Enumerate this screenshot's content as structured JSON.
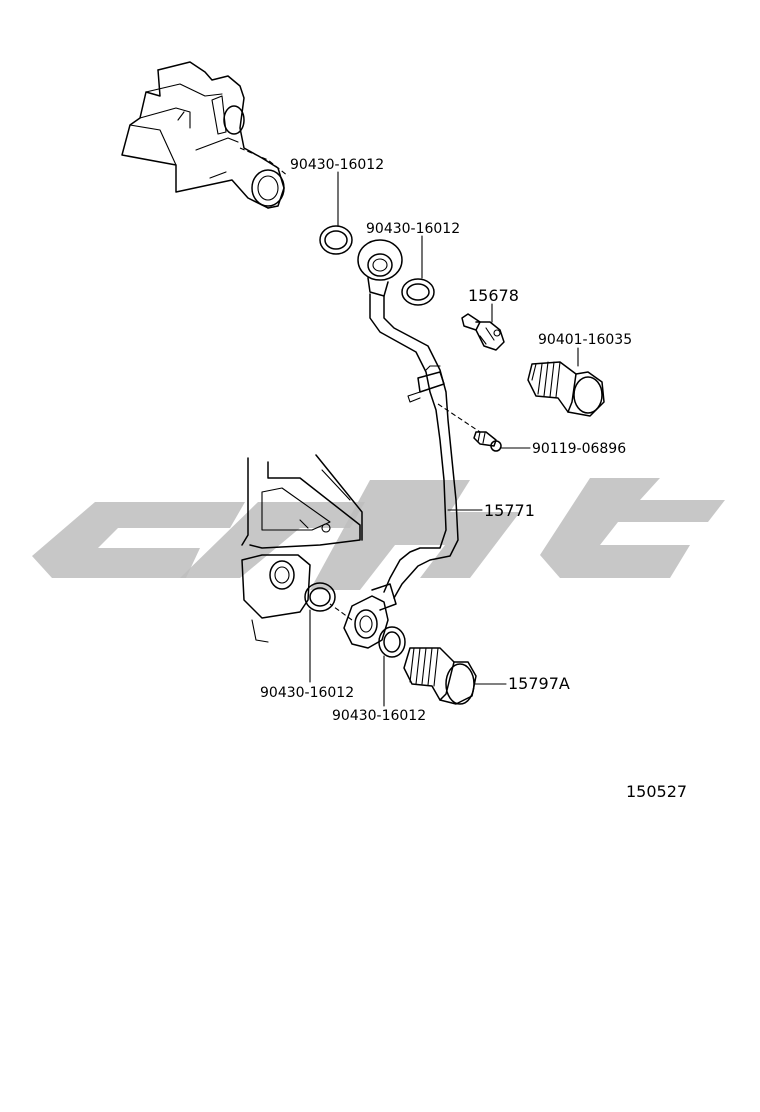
{
  "labels": {
    "washer_top": "90430-16012",
    "washer_upper_mid": "90430-16012",
    "switch": "15678",
    "union_bolt_upper": "90401-16035",
    "bolt": "90119-06896",
    "oil_pipe": "15771",
    "union_bolt_lower": "15797A",
    "washer_lower_left": "90430-16012",
    "washer_lower_mid": "90430-16012",
    "diagram_number": "150527"
  },
  "colors": {
    "line": "#000000",
    "watermark": "#bdbdbd",
    "background": "#ffffff"
  }
}
